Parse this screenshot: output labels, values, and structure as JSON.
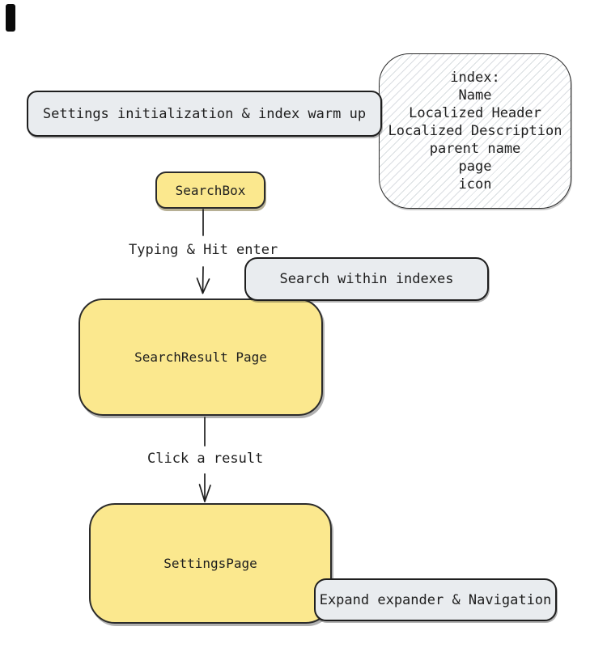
{
  "colors": {
    "yellow_fill": "#fbe88e",
    "gray_fill": "#e9ecef",
    "stroke": "#1e1e1e",
    "hatch_line": "#d9dde1"
  },
  "nodes": {
    "settings_init": "Settings initialization & index warm up",
    "searchbox": "SearchBox",
    "search_within": "Search within indexes",
    "search_result": "SearchResult Page",
    "settings_page": "SettingsPage",
    "expand_nav": "Expand expander & Navigation",
    "index_note": [
      "index:",
      "Name",
      "Localized Header",
      "Localized Description",
      "parent name",
      "page",
      "icon"
    ]
  },
  "edge_labels": {
    "typing": "Typing & Hit enter",
    "click": "Click a result"
  }
}
